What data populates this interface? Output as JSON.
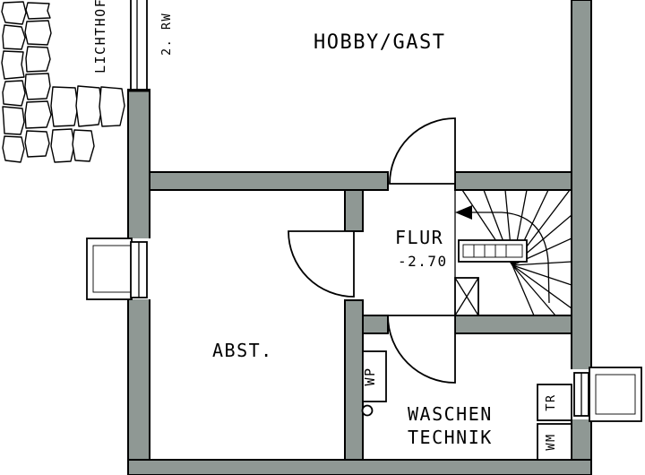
{
  "rooms": {
    "hobby_gast": "HOBBY/GAST",
    "flur": "FLUR",
    "flur_level": "-2.70",
    "abstellraum": "ABST.",
    "waschen_line1": "WASCHEN",
    "waschen_line2": "TECHNIK"
  },
  "annotations": {
    "lichthof": "LICHTHOF",
    "second_escape_route": "2. RW"
  },
  "equipment": {
    "heat_pump": "WP",
    "dryer": "TR",
    "washing_machine": "WM"
  },
  "colors": {
    "wall_fill": "#8f9894",
    "line": "#000000",
    "background": "#ffffff"
  }
}
